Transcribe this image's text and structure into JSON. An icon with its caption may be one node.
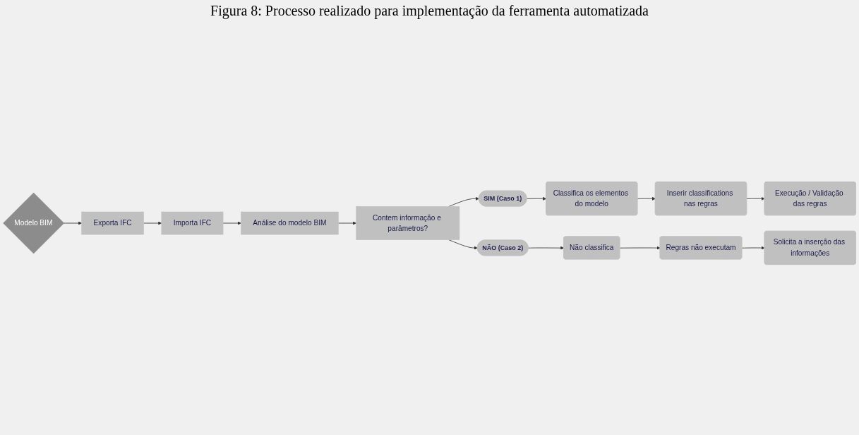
{
  "diagram": {
    "title": "Figura 8: Processo realizado para implementação da ferramenta automatizada",
    "nodes": [
      {
        "text": [
          "Modelo BIM"
        ]
      },
      {
        "text": [
          "Exporta IFC"
        ]
      },
      {
        "text": [
          "Importa IFC"
        ]
      },
      {
        "text": [
          "Análise do modelo BIM"
        ]
      },
      {
        "text": [
          "Contem informação e parâmetros?"
        ]
      },
      {
        "text": [
          "SIM (Caso 1)"
        ]
      },
      {
        "text": [
          "Classifica os elementos do modelo"
        ]
      },
      {
        "text": [
          "Inserir classifications nas regras"
        ]
      },
      {
        "text": [
          "Execução / Validação das regras"
        ]
      },
      {
        "text": [
          "NÃO (Caso 2)"
        ]
      },
      {
        "text": [
          "Não classifica"
        ]
      },
      {
        "text": [
          "Regras não executam"
        ]
      },
      {
        "text": [
          "Solicita a inserção das informações"
        ]
      }
    ],
    "edges": [
      {
        "from": 0,
        "to": 1,
        "arrow": "to"
      },
      {
        "from": 1,
        "to": 2,
        "arrow": "to"
      },
      {
        "from": 2,
        "to": 3,
        "arrow": "to"
      },
      {
        "from": 3,
        "to": 4,
        "arrow": "to"
      },
      {
        "from": 4,
        "to": 5,
        "arrow": "to"
      },
      {
        "from": 4,
        "to": 9,
        "arrow": "to"
      },
      {
        "from": 5,
        "to": 6,
        "arrow": "to"
      },
      {
        "from": 6,
        "to": 7,
        "arrow": "to"
      },
      {
        "from": 7,
        "to": 8,
        "arrow": "to"
      },
      {
        "from": 9,
        "to": 10,
        "arrow": "to"
      },
      {
        "from": 10,
        "to": 11,
        "arrow": "to"
      },
      {
        "from": 11,
        "to": 12,
        "arrow": "to"
      }
    ]
  }
}
